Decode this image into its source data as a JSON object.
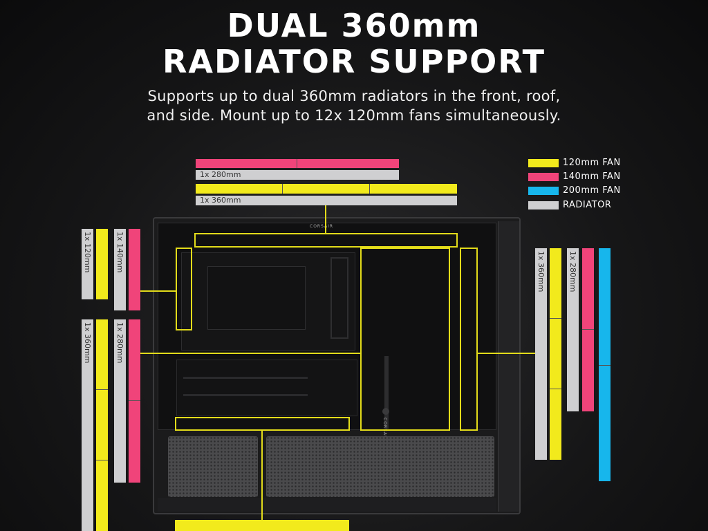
{
  "header": {
    "title_line1": "DUAL 360mm",
    "title_line2": "RADIATOR SUPPORT",
    "subtitle_line1": "Supports up to dual 360mm radiators in the front, roof,",
    "subtitle_line2": "and side. Mount up to 12x 120mm fans simultaneously."
  },
  "legend": {
    "fan120": "120mm FAN",
    "fan140": "140mm FAN",
    "fan200": "200mm FAN",
    "radiator": "RADIATOR",
    "colors": {
      "fan120": "#f2ea1c",
      "fan140": "#f0447a",
      "fan200": "#17b6ec",
      "radiator": "#cfcfd1"
    }
  },
  "labels": {
    "roof_280": "1x 280mm",
    "roof_360": "1x 360mm",
    "rear_120": "1x 120mm",
    "rear_140": "1x 140mm",
    "bottom_360": "1x 360mm",
    "bottom_280": "1x 280mm",
    "side_360": "1x 360mm",
    "side_280": "1x 280mm"
  },
  "case": {
    "brand_top": "CORSAIR",
    "brand_gpu": "CORSAIR"
  }
}
